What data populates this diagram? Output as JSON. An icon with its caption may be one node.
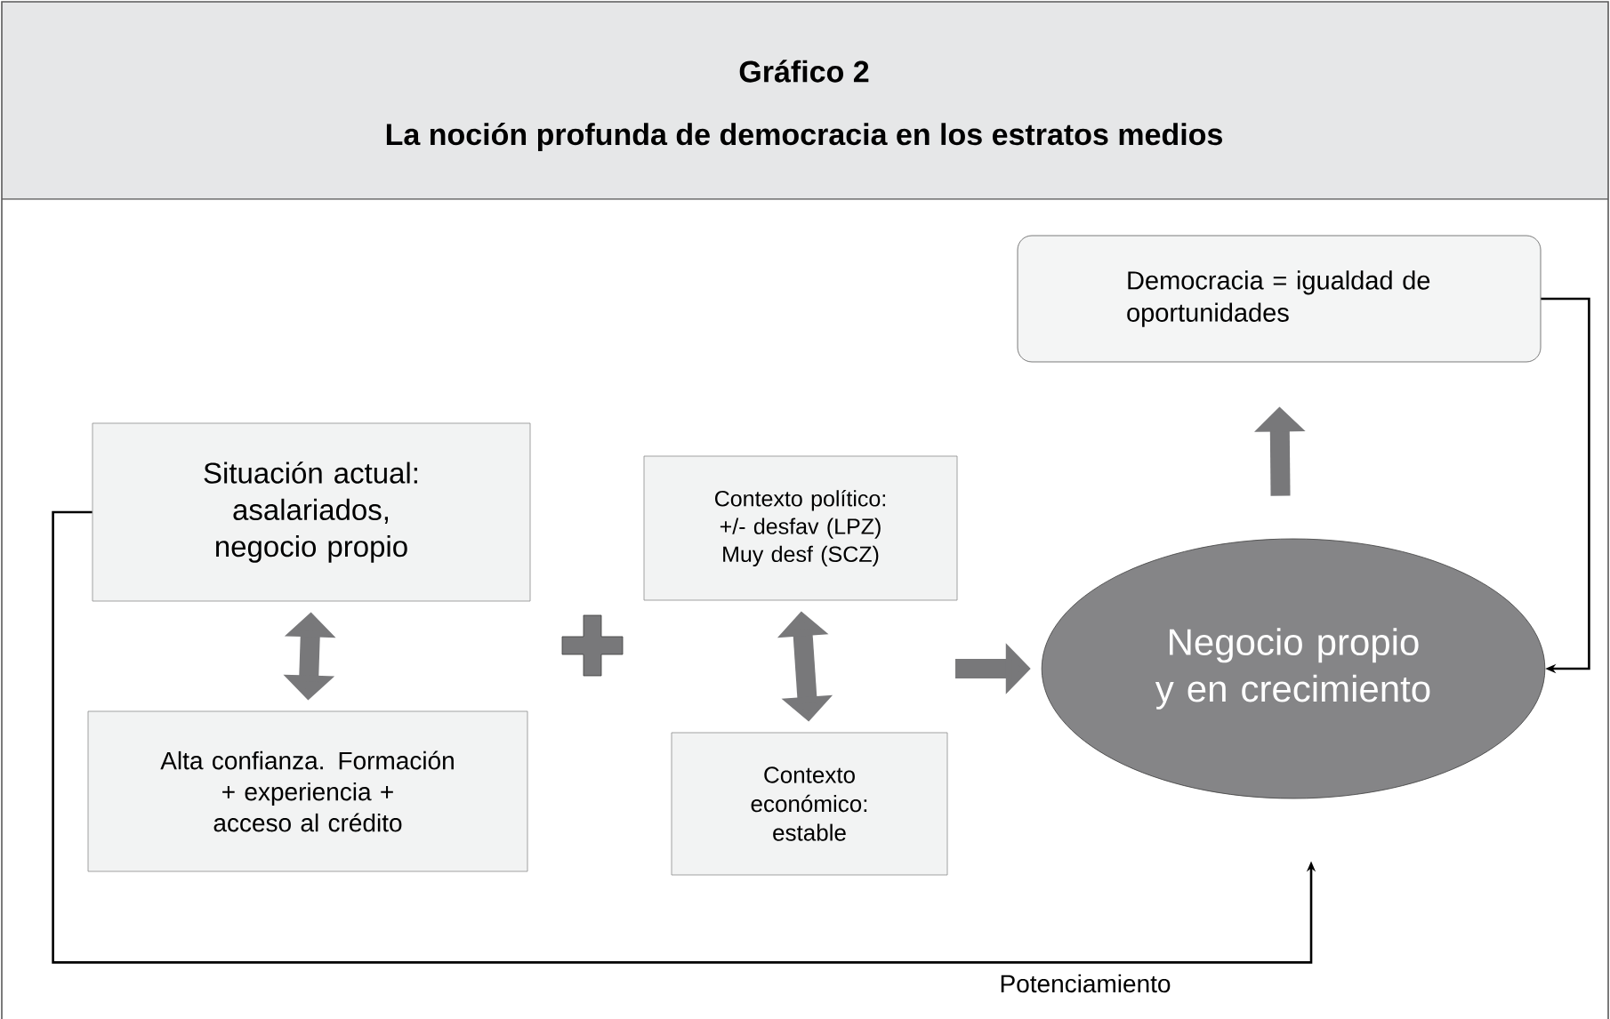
{
  "diagram": {
    "title": "Gráfico 2",
    "nodes": [
      {
        "text": [
          "Situación actual: asalariados, negocio propio"
        ]
      },
      {
        "text": [
          "Alta confianza. Formación + experiencia + acceso al crédito"
        ]
      },
      {
        "text": [
          "Contexto político: +/- desfav (LPZ) Muy desf (SCZ)"
        ]
      },
      {
        "text": [
          "Contexto económico: estable"
        ]
      },
      {
        "text": [
          "Negocio propio y en crecimiento"
        ]
      },
      {
        "text": [
          "Democracia = igualdad de oportunidades"
        ]
      }
    ],
    "edges": [
      {
        "from": 0,
        "to": 1,
        "arrow": "both"
      },
      {
        "from": 2,
        "to": 3,
        "arrow": "both"
      },
      {
        "from": null,
        "to": 4,
        "arrow": "to"
      },
      {
        "from": 4,
        "to": 5,
        "arrow": "to"
      },
      {
        "from": 5,
        "to": 4,
        "arrow": "to",
        "color": "#000000"
      },
      {
        "from": 0,
        "to": 4,
        "arrow": "to",
        "label": "Potenciamiento",
        "color": "#000000"
      }
    ],
    "labels": [
      "La noción profunda de democracia en los estratos medios"
    ]
  }
}
